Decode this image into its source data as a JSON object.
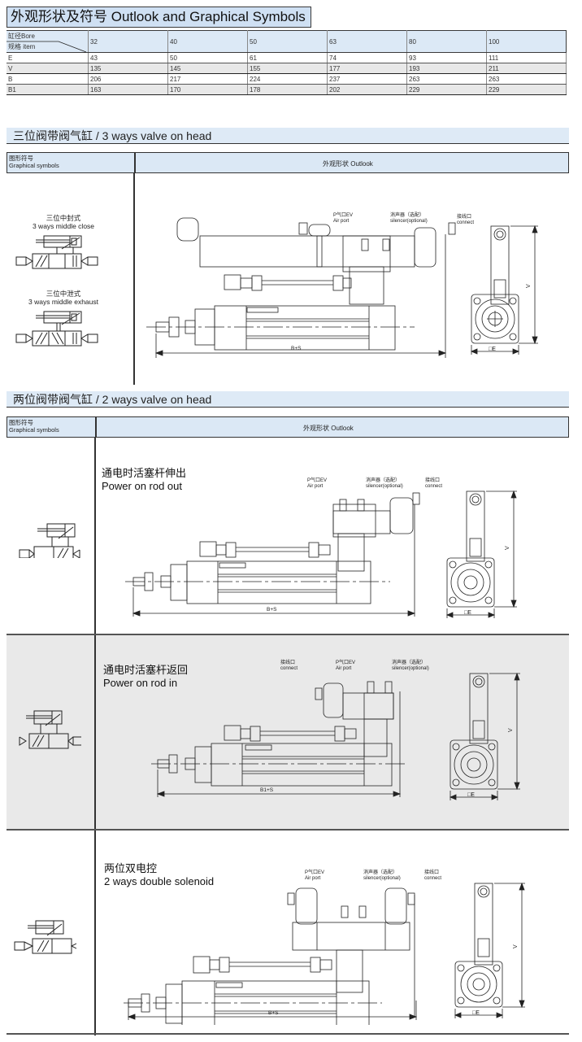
{
  "title": "外观形状及符号 Outlook and Graphical Symbols",
  "spec_table": {
    "header_bore": "缸径Bore",
    "header_item": "规格 item",
    "bores": [
      "32",
      "40",
      "50",
      "63",
      "80",
      "100"
    ],
    "rows": [
      {
        "item": "E",
        "values": [
          "43",
          "50",
          "61",
          "74",
          "93",
          "111"
        ]
      },
      {
        "item": "V",
        "values": [
          "135",
          "145",
          "155",
          "177",
          "193",
          "211"
        ]
      },
      {
        "item": "B",
        "values": [
          "206",
          "217",
          "224",
          "237",
          "263",
          "263"
        ]
      },
      {
        "item": "B1",
        "values": [
          "163",
          "170",
          "178",
          "202",
          "229",
          "229"
        ]
      }
    ]
  },
  "section_3way": {
    "title": "三位阀带阀气缸 / 3 ways valve on head",
    "col_symbols_cn": "图形符号",
    "col_symbols_en": "Graphical symbols",
    "col_outlook": "外观形状 Outlook",
    "symbols": [
      {
        "cn": "三位中封式",
        "en": "3 ways middle close"
      },
      {
        "cn": "三位中泄式",
        "en": "3 ways middle exhaust"
      }
    ],
    "labels": {
      "air_port_cn": "P气口EV",
      "air_port_en": "Air port",
      "silencer_cn": "消声器（选配）",
      "silencer_en": "silencer(optional)",
      "connect_cn": "接线口",
      "connect_en": "connect",
      "length": "B+S",
      "height": "V",
      "square": "□E"
    }
  },
  "section_2way": {
    "title": "两位阀带阀气缸 / 2 ways valve on head",
    "col_symbols_cn": "图形符号",
    "col_symbols_en": "Graphical symbols",
    "col_outlook": "外观形状 Outlook",
    "rows": [
      {
        "cn": "通电时活塞杆伸出",
        "en": "Power on rod out",
        "length": "B+S"
      },
      {
        "cn": "通电时活塞杆返回",
        "en": "Power on rod in",
        "length": "B1+S"
      },
      {
        "cn": "两位双电控",
        "en": "2 ways double solenoid",
        "length": "B+S"
      }
    ],
    "labels": {
      "air_port_cn": "P气口EV",
      "air_port_en": "Air port",
      "silencer_cn": "消声器（选配）",
      "silencer_en": "silencer(optional)",
      "connect_cn": "接线口",
      "connect_en": "connect",
      "height": "V",
      "square": "□E"
    }
  }
}
